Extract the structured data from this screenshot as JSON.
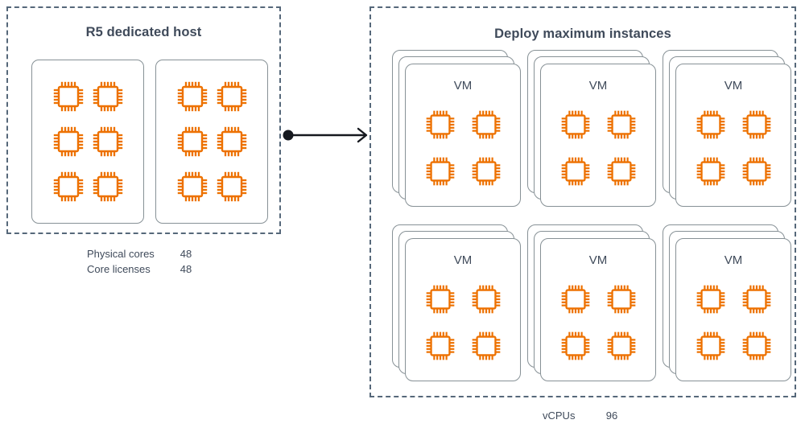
{
  "theme": {
    "cpu_color": "#ED7100",
    "outline_color": "#879196",
    "dashed_color": "#56687A",
    "text_color": "#3F4A5A",
    "arrow_color": "#16191F",
    "background": "#FFFFFF"
  },
  "left_panel": {
    "title": "R5 dedicated host",
    "sockets": [
      {
        "cpu_count": 6
      },
      {
        "cpu_count": 6
      }
    ],
    "legend": [
      {
        "label": "Physical cores",
        "value": "48"
      },
      {
        "label": "Core licenses",
        "value": "48"
      }
    ]
  },
  "connector": {
    "icon": "arrow-right-icon",
    "start_marker": "filled-circle",
    "end_marker": "open-arrowhead"
  },
  "right_panel": {
    "title": "Deploy maximum instances",
    "vms": [
      {
        "label": "VM",
        "cpu_count": 4,
        "stack_depth": 3
      },
      {
        "label": "VM",
        "cpu_count": 4,
        "stack_depth": 3
      },
      {
        "label": "VM",
        "cpu_count": 4,
        "stack_depth": 3
      },
      {
        "label": "VM",
        "cpu_count": 4,
        "stack_depth": 3
      },
      {
        "label": "VM",
        "cpu_count": 4,
        "stack_depth": 3
      },
      {
        "label": "VM",
        "cpu_count": 4,
        "stack_depth": 3
      }
    ],
    "legend": [
      {
        "label": "vCPUs",
        "value": "96"
      }
    ]
  }
}
